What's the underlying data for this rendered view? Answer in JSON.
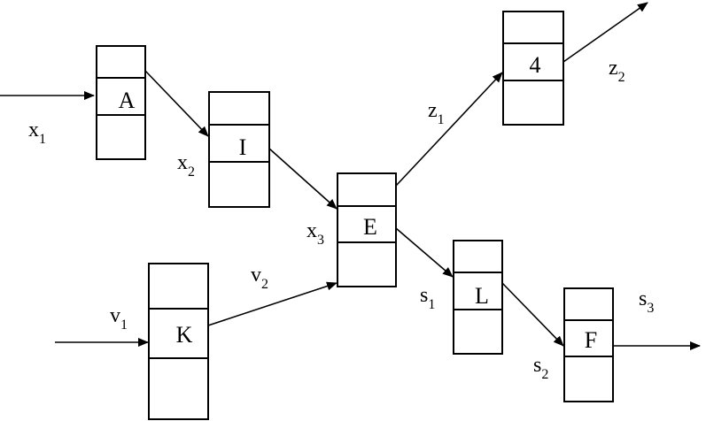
{
  "nodes": [
    {
      "id": "A",
      "label": "A"
    },
    {
      "id": "I",
      "label": "I"
    },
    {
      "id": "E",
      "label": "E"
    },
    {
      "id": "4",
      "label": "4"
    },
    {
      "id": "K",
      "label": "K"
    },
    {
      "id": "L",
      "label": "L"
    },
    {
      "id": "F",
      "label": "F"
    }
  ],
  "edges": [
    {
      "from": "input-x",
      "to": "A",
      "label": {
        "main": "x",
        "sub": "1"
      }
    },
    {
      "from": "A",
      "to": "I",
      "label": {
        "main": "x",
        "sub": "2"
      }
    },
    {
      "from": "I",
      "to": "E",
      "label": {
        "main": "x",
        "sub": "3"
      }
    },
    {
      "from": "input-v",
      "to": "K",
      "label": {
        "main": "v",
        "sub": "1"
      }
    },
    {
      "from": "K",
      "to": "E",
      "label": {
        "main": "v",
        "sub": "2"
      }
    },
    {
      "from": "E",
      "to": "4",
      "label": {
        "main": "z",
        "sub": "1"
      }
    },
    {
      "from": "4",
      "to": "output-z",
      "label": {
        "main": "z",
        "sub": "2"
      }
    },
    {
      "from": "E",
      "to": "L",
      "label": {
        "main": "s",
        "sub": "1"
      }
    },
    {
      "from": "L",
      "to": "F",
      "label": {
        "main": "s",
        "sub": "2"
      }
    },
    {
      "from": "F",
      "to": "output-s",
      "label": {
        "main": "s",
        "sub": "3"
      }
    }
  ]
}
